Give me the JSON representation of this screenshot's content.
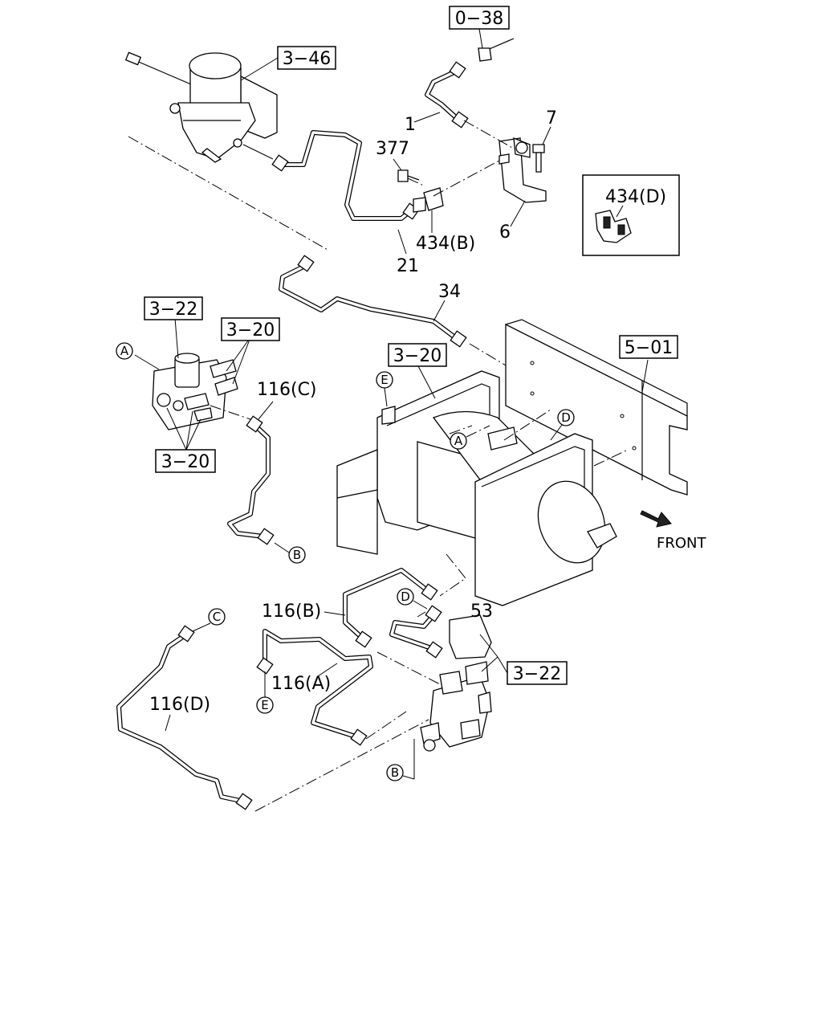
{
  "diagram": {
    "boxed_refs": {
      "r_0_38": "0−38",
      "r_3_46": "3−46",
      "r_3_22_top": "3−22",
      "r_3_20_left": "3−20",
      "r_3_20_mid": "3−20",
      "r_3_20_bottom": "3−20",
      "r_5_01": "5−01",
      "r_3_22_bottom": "3−22",
      "r_434_d": "434(D)"
    },
    "part_numbers": {
      "p1": "1",
      "p7": "7",
      "p377": "377",
      "p6": "6",
      "p434b": "434(B)",
      "p21": "21",
      "p34": "34",
      "p116c": "116(C)",
      "p116b": "116(B)",
      "p53": "53",
      "p116a": "116(A)",
      "p116d": "116(D)"
    },
    "circle_refs": {
      "a_left": "A",
      "a_mid": "A",
      "e_top": "E",
      "d_top": "D",
      "b_mid": "B",
      "c_bottom": "C",
      "d_bottom": "D",
      "e_bottom": "E",
      "b_bottom": "B"
    },
    "direction_label": "FRONT"
  }
}
